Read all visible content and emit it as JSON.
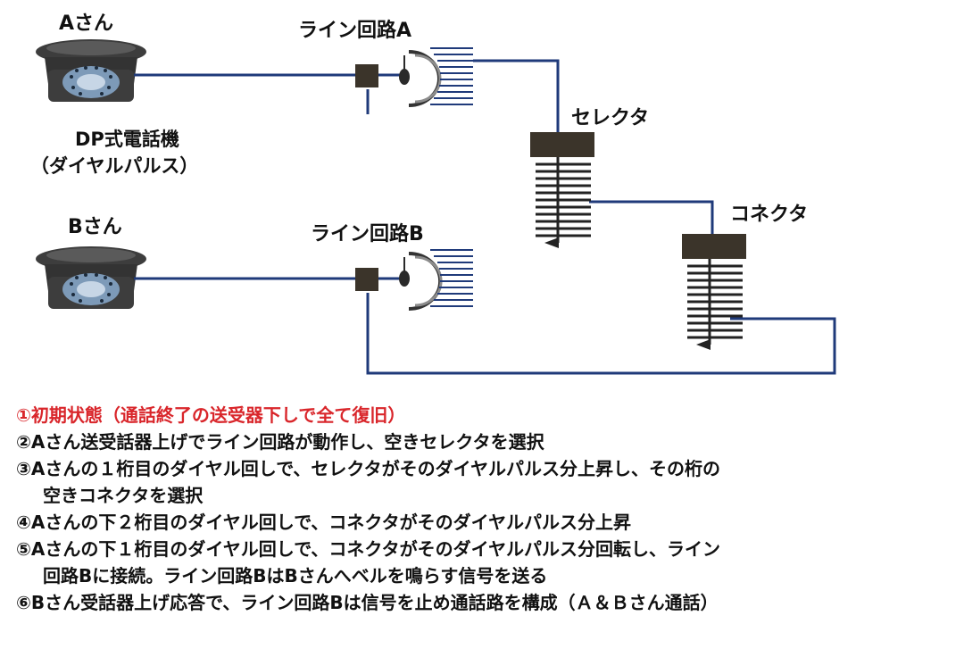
{
  "labels": {
    "a_person": "Aさん",
    "b_person": "Bさん",
    "phone_type": "DP式電話機",
    "phone_type_sub": "（ダイヤルパルス）",
    "line_a": "ライン回路A",
    "line_b": "ライン回路B",
    "selector": "セレクタ",
    "connector": "コネクタ"
  },
  "steps": [
    "①初期状態（通話終了の送受器下しで全て復旧）",
    "②Aさん送受話器上げでライン回路が動作し、空きセレクタを選択",
    "③Aさんの１桁目のダイヤル回しで、セレクタがそのダイヤルパルス分上昇し、その桁の",
    "空きコネクタを選択",
    "④Aさんの下２桁目のダイヤル回しで、コネクタがそのダイヤルパルス分上昇",
    "⑤Aさんの下１桁目のダイヤル回しで、コネクタがそのダイヤルパルス分回転し、ライン",
    "回路Bに接続。ライン回路BはBさんへベルを鳴らす信号を送る",
    "⑥Bさん受話器上げ応答で、ライン回路Bは信号を止め通話路を構成（Ａ＆Ｂさん通話）"
  ],
  "colors": {
    "wire": "#1f3a7a",
    "highlight_step": "#d9262b",
    "phone_body": "#3d3d3d",
    "phone_dial": "#7d9ab8",
    "switch_head": "#3b342a"
  }
}
